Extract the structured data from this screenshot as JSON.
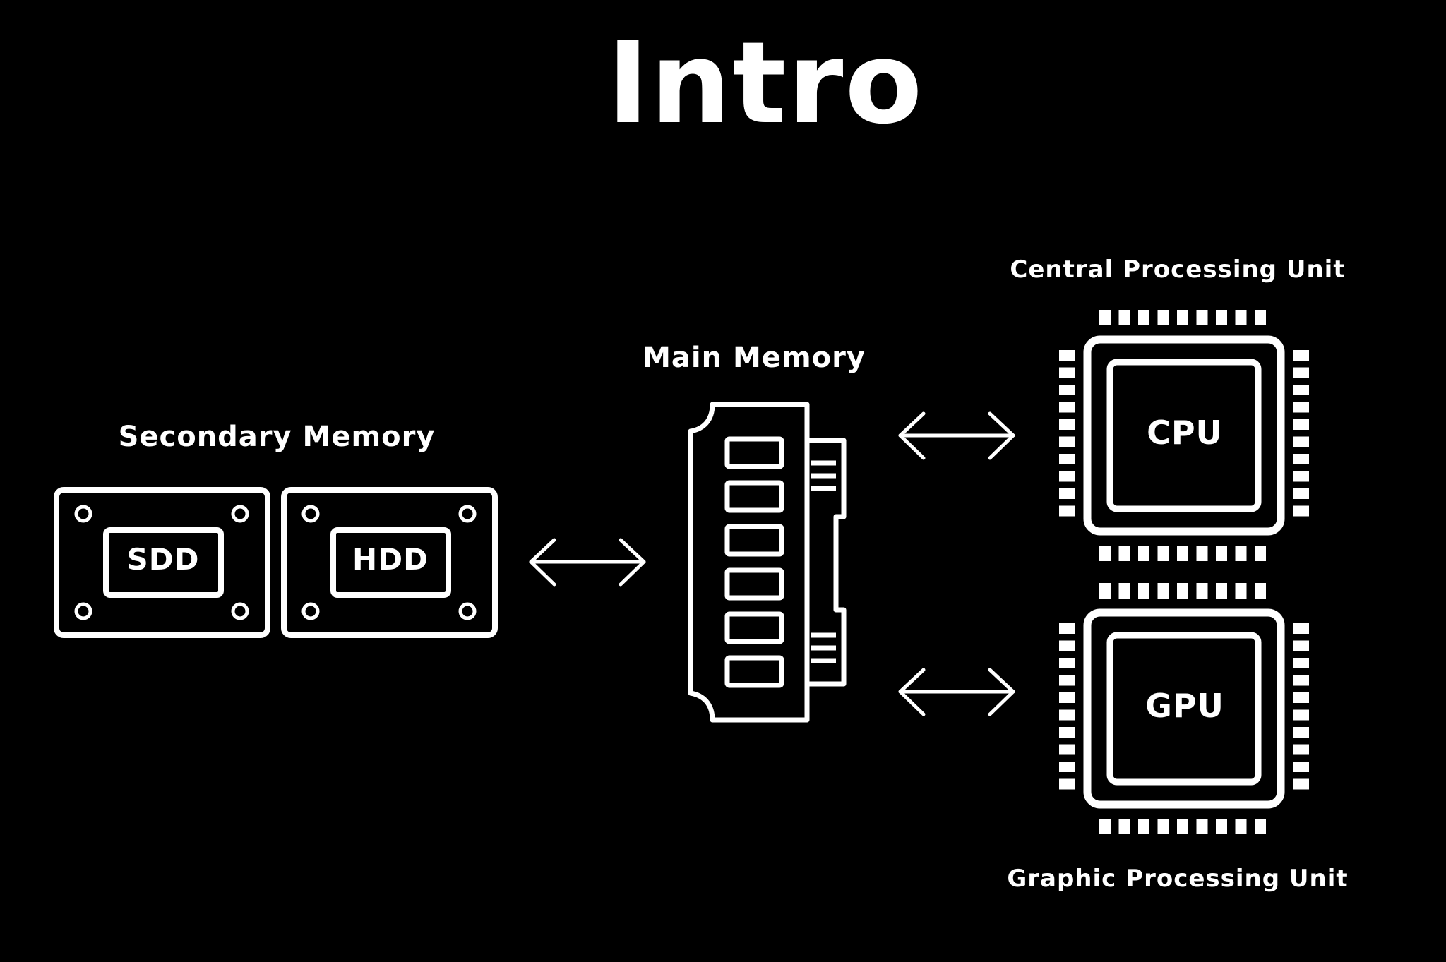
{
  "title": "Intro",
  "labels": {
    "secondary_memory": "Secondary Memory",
    "main_memory": "Main Memory",
    "cpu_full": "Central Processing Unit",
    "gpu_full": "Graphic Processing Unit"
  },
  "drives": {
    "ssd": "SDD",
    "hdd": "HDD"
  },
  "chips": {
    "cpu": "CPU",
    "gpu": "GPU"
  },
  "icons": [
    "ssd-drive-icon",
    "hdd-drive-icon",
    "ram-module-icon",
    "cpu-chip-icon",
    "gpu-chip-icon",
    "double-arrow-icon"
  ],
  "colors": {
    "background": "#000000",
    "foreground": "#ffffff"
  }
}
